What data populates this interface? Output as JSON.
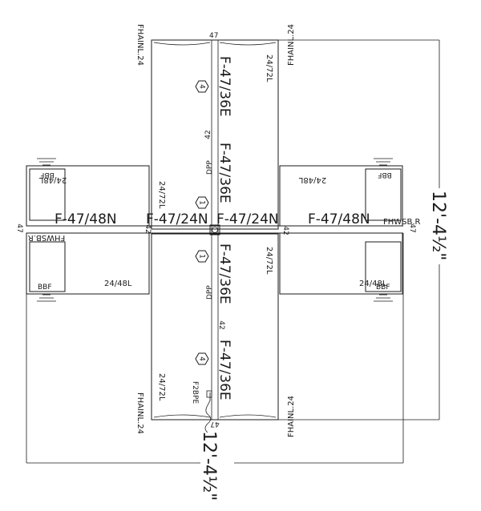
{
  "beam_labels": {
    "left_outer": "F-47/48N",
    "left_inner": "F-47/24N",
    "right_inner": "F-47/24N",
    "right_outer": "F-47/48N",
    "top_outer": "F-47/36E",
    "top_inner": "F-47/36E",
    "bottom_inner": "F-47/36E",
    "bottom_outer": "F-47/36E"
  },
  "panel_labels": {
    "upper_left": "24/72L",
    "upper_right": "24/72L",
    "lower_right": "24/72L",
    "lower_left": "24/72L",
    "wing_top_left": "24/48L",
    "wing_bottom_left": "24/48L",
    "wing_top_right": "24/48L",
    "wing_bottom_right": "24/48L"
  },
  "fixture_labels": {
    "top_left": "FHAINL.24",
    "top_right": "FHAINL.24",
    "bottom_left": "FHAINL.24",
    "bottom_right": "FHAINL.24",
    "fhwsb_right": "FHWSB.R",
    "fhwsb_left": "FHWSB.R",
    "f2bpe": "F2BPE",
    "dpp_top": "DPP",
    "dpp_bottom": "DPP"
  },
  "bbf": {
    "top_left": "BBF",
    "bottom_left": "BBF",
    "top_right": "BBF",
    "bottom_right": "BBF"
  },
  "numbers": {
    "n47_top": "47",
    "n47_bottom": "47",
    "n47_left": "47",
    "n47_right": "47",
    "n42_top": "42",
    "n42_bottom": "42",
    "n42_left": "42",
    "n42_right": "42"
  },
  "hex_markers": {
    "top_outer": "4",
    "top_inner": "1",
    "bottom_inner": "1",
    "bottom_outer": "4"
  },
  "dimensions": {
    "right": "12'-4½\"",
    "bottom": "12'-4½\""
  }
}
